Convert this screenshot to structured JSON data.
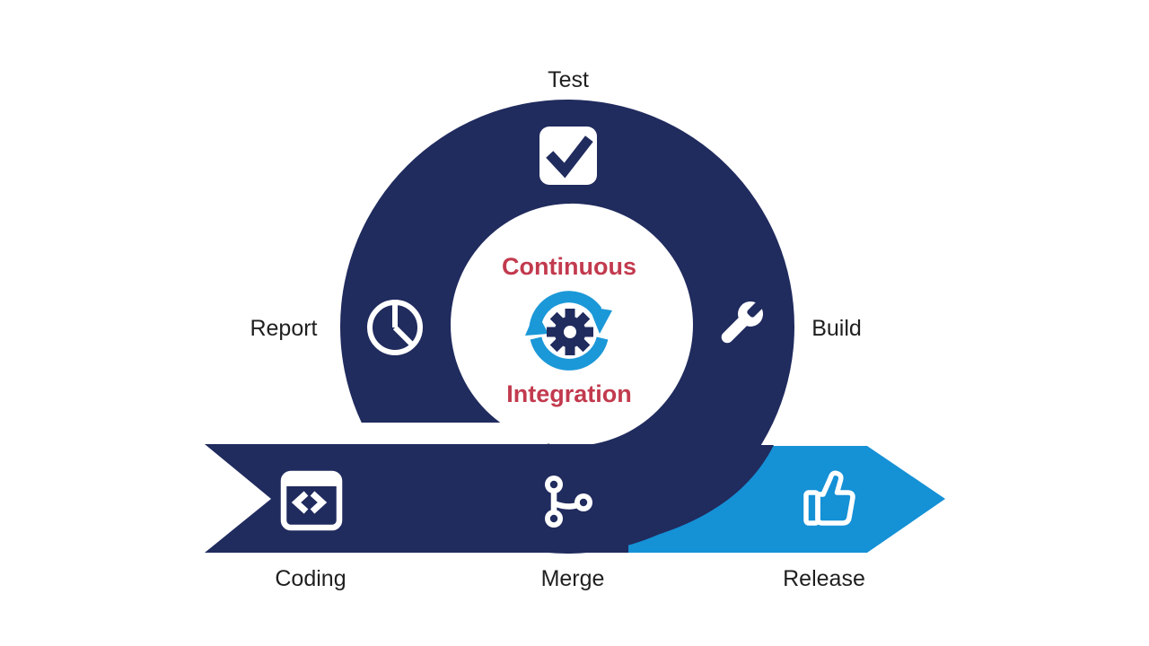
{
  "diagram": {
    "type": "continuous-integration-cycle",
    "center": {
      "line1": "Continuous",
      "line2": "Integration",
      "icon": "sync-gear-icon"
    },
    "stages": {
      "test": {
        "label": "Test",
        "icon": "checkmark-icon",
        "position": "top"
      },
      "build": {
        "label": "Build",
        "icon": "wrench-icon",
        "position": "right"
      },
      "report": {
        "label": "Report",
        "icon": "pie-chart-icon",
        "position": "left"
      },
      "coding": {
        "label": "Coding",
        "icon": "code-window-icon",
        "position": "bottom-left"
      },
      "merge": {
        "label": "Merge",
        "icon": "git-merge-icon",
        "position": "bottom-middle"
      },
      "release": {
        "label": "Release",
        "icon": "thumbs-up-icon",
        "position": "bottom-right"
      }
    },
    "colors": {
      "ring_navy": "#202b5e",
      "arrow_blue": "#1591d6",
      "sync_icon_blue": "#1b98d8",
      "center_text_red": "#c23a4e",
      "label_text": "#1f1f1f",
      "background": "#ffffff",
      "icon_on_ring": "#ffffff"
    }
  }
}
